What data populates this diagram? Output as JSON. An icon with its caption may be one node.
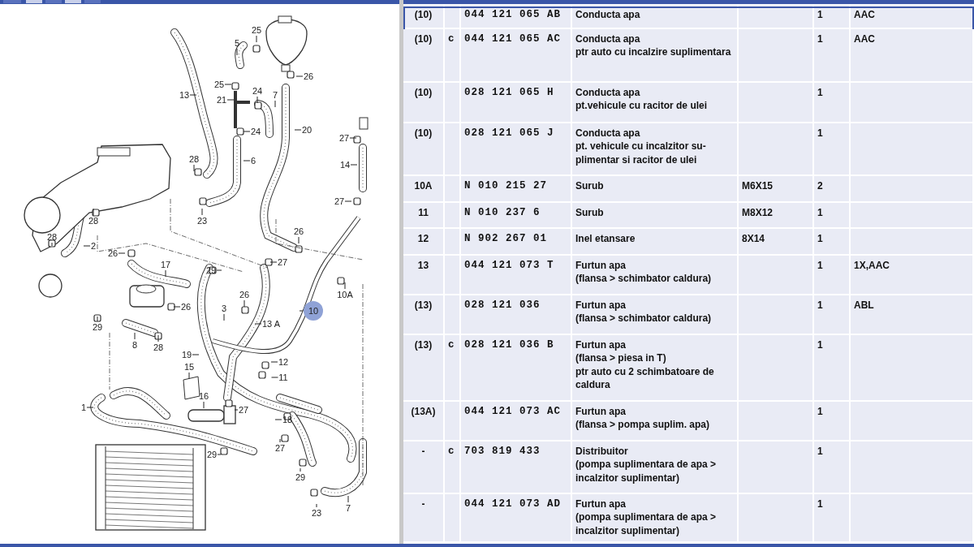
{
  "diagram": {
    "nodes": [
      {
        "text": [
          "25"
        ]
      },
      {
        "text": [
          "5"
        ]
      },
      {
        "text": [
          "26"
        ]
      },
      {
        "text": [
          "25"
        ]
      },
      {
        "text": [
          "13"
        ]
      },
      {
        "text": [
          "24"
        ]
      },
      {
        "text": [
          "21"
        ]
      },
      {
        "text": [
          "7"
        ]
      },
      {
        "text": [
          "24"
        ]
      },
      {
        "text": [
          "20"
        ]
      },
      {
        "text": [
          "27"
        ]
      },
      {
        "text": [
          "28"
        ]
      },
      {
        "text": [
          "6"
        ]
      },
      {
        "text": [
          "14"
        ]
      },
      {
        "text": [
          "27"
        ]
      },
      {
        "text": [
          "23"
        ]
      },
      {
        "text": [
          "28"
        ]
      },
      {
        "text": [
          "28"
        ]
      },
      {
        "text": [
          "26"
        ]
      },
      {
        "text": [
          "2"
        ]
      },
      {
        "text": [
          "26"
        ]
      },
      {
        "text": [
          "27"
        ]
      },
      {
        "text": [
          "17"
        ]
      },
      {
        "text": [
          "29"
        ]
      },
      {
        "text": [
          "26"
        ]
      },
      {
        "text": [
          "26"
        ]
      },
      {
        "text": [
          "3"
        ]
      },
      {
        "text": [
          "10"
        ]
      },
      {
        "text": [
          "10A"
        ]
      },
      {
        "text": [
          "13 A"
        ]
      },
      {
        "text": [
          "29"
        ]
      },
      {
        "text": [
          "8"
        ]
      },
      {
        "text": [
          "28"
        ]
      },
      {
        "text": [
          "19"
        ]
      },
      {
        "text": [
          "12"
        ]
      },
      {
        "text": [
          "15"
        ]
      },
      {
        "text": [
          "11"
        ]
      },
      {
        "text": [
          "16"
        ]
      },
      {
        "text": [
          "1"
        ]
      },
      {
        "text": [
          "27"
        ]
      },
      {
        "text": [
          "18"
        ]
      },
      {
        "text": [
          "27"
        ]
      },
      {
        "text": [
          "29"
        ]
      },
      {
        "text": [
          "29"
        ]
      },
      {
        "text": [
          "23"
        ]
      },
      {
        "text": [
          "7"
        ]
      }
    ],
    "edges": [
      {
        "from": 0,
        "to": null,
        "arrow": "none"
      },
      {
        "from": 1,
        "to": null,
        "arrow": "none"
      },
      {
        "from": 2,
        "to": null,
        "arrow": "none"
      },
      {
        "from": 3,
        "to": null,
        "arrow": "none"
      },
      {
        "from": 4,
        "to": null,
        "arrow": "none"
      },
      {
        "from": 5,
        "to": null,
        "arrow": "none"
      },
      {
        "from": 6,
        "to": null,
        "arrow": "none"
      },
      {
        "from": 7,
        "to": null,
        "arrow": "none"
      },
      {
        "from": 8,
        "to": null,
        "arrow": "none"
      },
      {
        "from": 9,
        "to": null,
        "arrow": "none"
      },
      {
        "from": 10,
        "to": null,
        "arrow": "none"
      },
      {
        "from": 11,
        "to": null,
        "arrow": "none"
      },
      {
        "from": 12,
        "to": null,
        "arrow": "none"
      },
      {
        "from": 13,
        "to": null,
        "arrow": "none"
      },
      {
        "from": 14,
        "to": null,
        "arrow": "none"
      },
      {
        "from": 15,
        "to": null,
        "arrow": "none"
      },
      {
        "from": 16,
        "to": null,
        "arrow": "none"
      },
      {
        "from": 17,
        "to": null,
        "arrow": "none"
      },
      {
        "from": 18,
        "to": null,
        "arrow": "none"
      },
      {
        "from": 19,
        "to": null,
        "arrow": "none"
      },
      {
        "from": 20,
        "to": null,
        "arrow": "none"
      },
      {
        "from": 21,
        "to": null,
        "arrow": "none"
      },
      {
        "from": 22,
        "to": null,
        "arrow": "none"
      },
      {
        "from": 23,
        "to": null,
        "arrow": "none"
      },
      {
        "from": 24,
        "to": null,
        "arrow": "none"
      },
      {
        "from": 25,
        "to": null,
        "arrow": "none"
      },
      {
        "from": 26,
        "to": null,
        "arrow": "none"
      },
      {
        "from": 27,
        "to": null,
        "arrow": "none"
      },
      {
        "from": 28,
        "to": null,
        "arrow": "none"
      },
      {
        "from": 29,
        "to": null,
        "arrow": "none"
      },
      {
        "from": 30,
        "to": null,
        "arrow": "none"
      },
      {
        "from": 31,
        "to": null,
        "arrow": "none"
      },
      {
        "from": 32,
        "to": null,
        "arrow": "none"
      },
      {
        "from": 33,
        "to": null,
        "arrow": "none"
      },
      {
        "from": 34,
        "to": null,
        "arrow": "none"
      },
      {
        "from": 35,
        "to": null,
        "arrow": "none"
      },
      {
        "from": 36,
        "to": null,
        "arrow": "none"
      },
      {
        "from": 37,
        "to": null,
        "arrow": "none"
      },
      {
        "from": 38,
        "to": null,
        "arrow": "none"
      },
      {
        "from": 39,
        "to": null,
        "arrow": "none"
      },
      {
        "from": 40,
        "to": null,
        "arrow": "none"
      },
      {
        "from": 41,
        "to": null,
        "arrow": "none"
      },
      {
        "from": 42,
        "to": null,
        "arrow": "none"
      },
      {
        "from": 43,
        "to": null,
        "arrow": "none"
      },
      {
        "from": 44,
        "to": null,
        "arrow": "none"
      },
      {
        "from": 45,
        "to": null,
        "arrow": "none"
      }
    ],
    "labels": [
      "(10)",
      "044 121 065 AB",
      "Conducta apa",
      "1",
      "AAC",
      "(10)",
      "c",
      "044 121 065 AC",
      "Conducta apa",
      "ptr auto cu incalzire suplimentara",
      "1",
      "AAC",
      "(10)",
      "028 121 065 H",
      "Conducta apa",
      "pt.vehicule cu racitor de ulei",
      "1",
      "(10)",
      "028 121 065 J",
      "Conducta apa",
      "pt. vehicule cu incalzitor su- plimentar si racitor de ulei",
      "1",
      "10A",
      "N 010 215 27",
      "Surub",
      "M6X15",
      "2",
      "11",
      "N 010 237 6",
      "Surub",
      "M8X12",
      "1",
      "12",
      "N 902 267 01",
      "Inel etansare",
      "8X14",
      "1",
      "13",
      "044 121 073 T",
      "Furtun apa",
      "(flansa > schimbator caldura)",
      "1",
      "1X,AAC",
      "(13)",
      "028 121 036",
      "Furtun apa",
      "(flansa > schimbator caldura)",
      "1",
      "ABL",
      "(13)",
      "c",
      "028 121 036 B",
      "Furtun apa",
      "(flansa > piesa in T)",
      "ptr auto cu 2 schimbatoare de caldura",
      "1",
      "(13A)",
      "044 121 073 AC",
      "Furtun apa",
      "(flansa > pompa suplim. apa)",
      "1",
      "-",
      "c",
      "703 819 433",
      "Distribuitor",
      "(pompa suplimentara de apa > incalzitor suplimentar)",
      "1",
      "-",
      "044 121 073 AD",
      "Furtun apa",
      "(pompa suplimentara de apa > incalzitor suplimentar)",
      "1"
    ]
  }
}
